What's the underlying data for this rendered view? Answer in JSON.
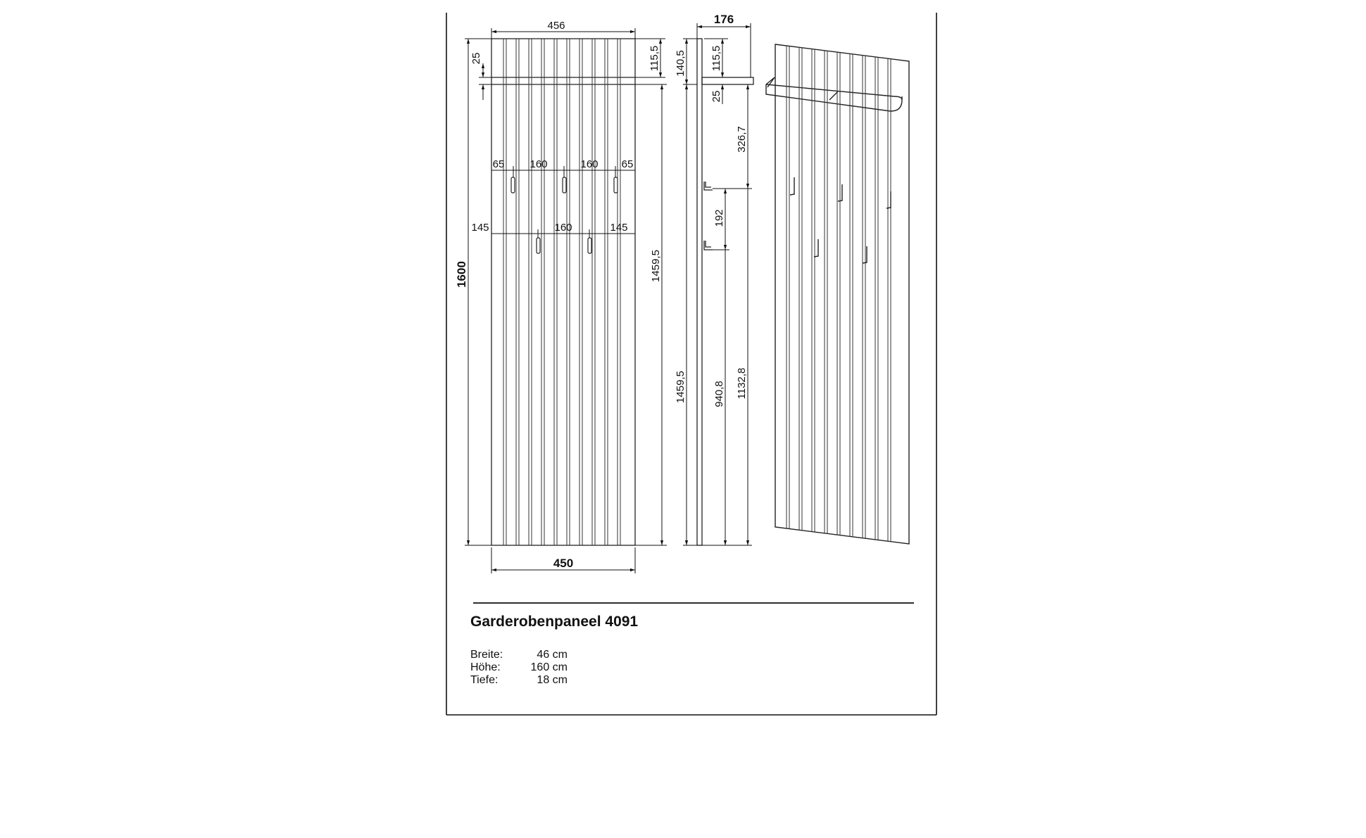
{
  "product": {
    "title": "Garderobenpaneel 4091",
    "specs": [
      {
        "label": "Breite:",
        "value": "46 cm"
      },
      {
        "label": "Höhe:",
        "value": "160 cm"
      },
      {
        "label": "Tiefe:",
        "value": "18 cm"
      }
    ]
  },
  "front_view": {
    "width_top": "456",
    "width_bottom": "450",
    "height_total": "1600",
    "top_board_height": "115,5",
    "top_gap": "25",
    "rail_height": "1459,5",
    "hook_row1": [
      "65",
      "160",
      "160",
      "65"
    ],
    "hook_row2": [
      "145",
      "160",
      "145"
    ]
  },
  "side_view": {
    "depth": "176",
    "top_height": "140,5",
    "top_board_height": "115,5",
    "gap": "25",
    "hook_offset": "326,7",
    "hook_spacing": "192",
    "total_height": "1459,5",
    "hook2_height": "940,8",
    "hook1_height": "1132,8"
  }
}
